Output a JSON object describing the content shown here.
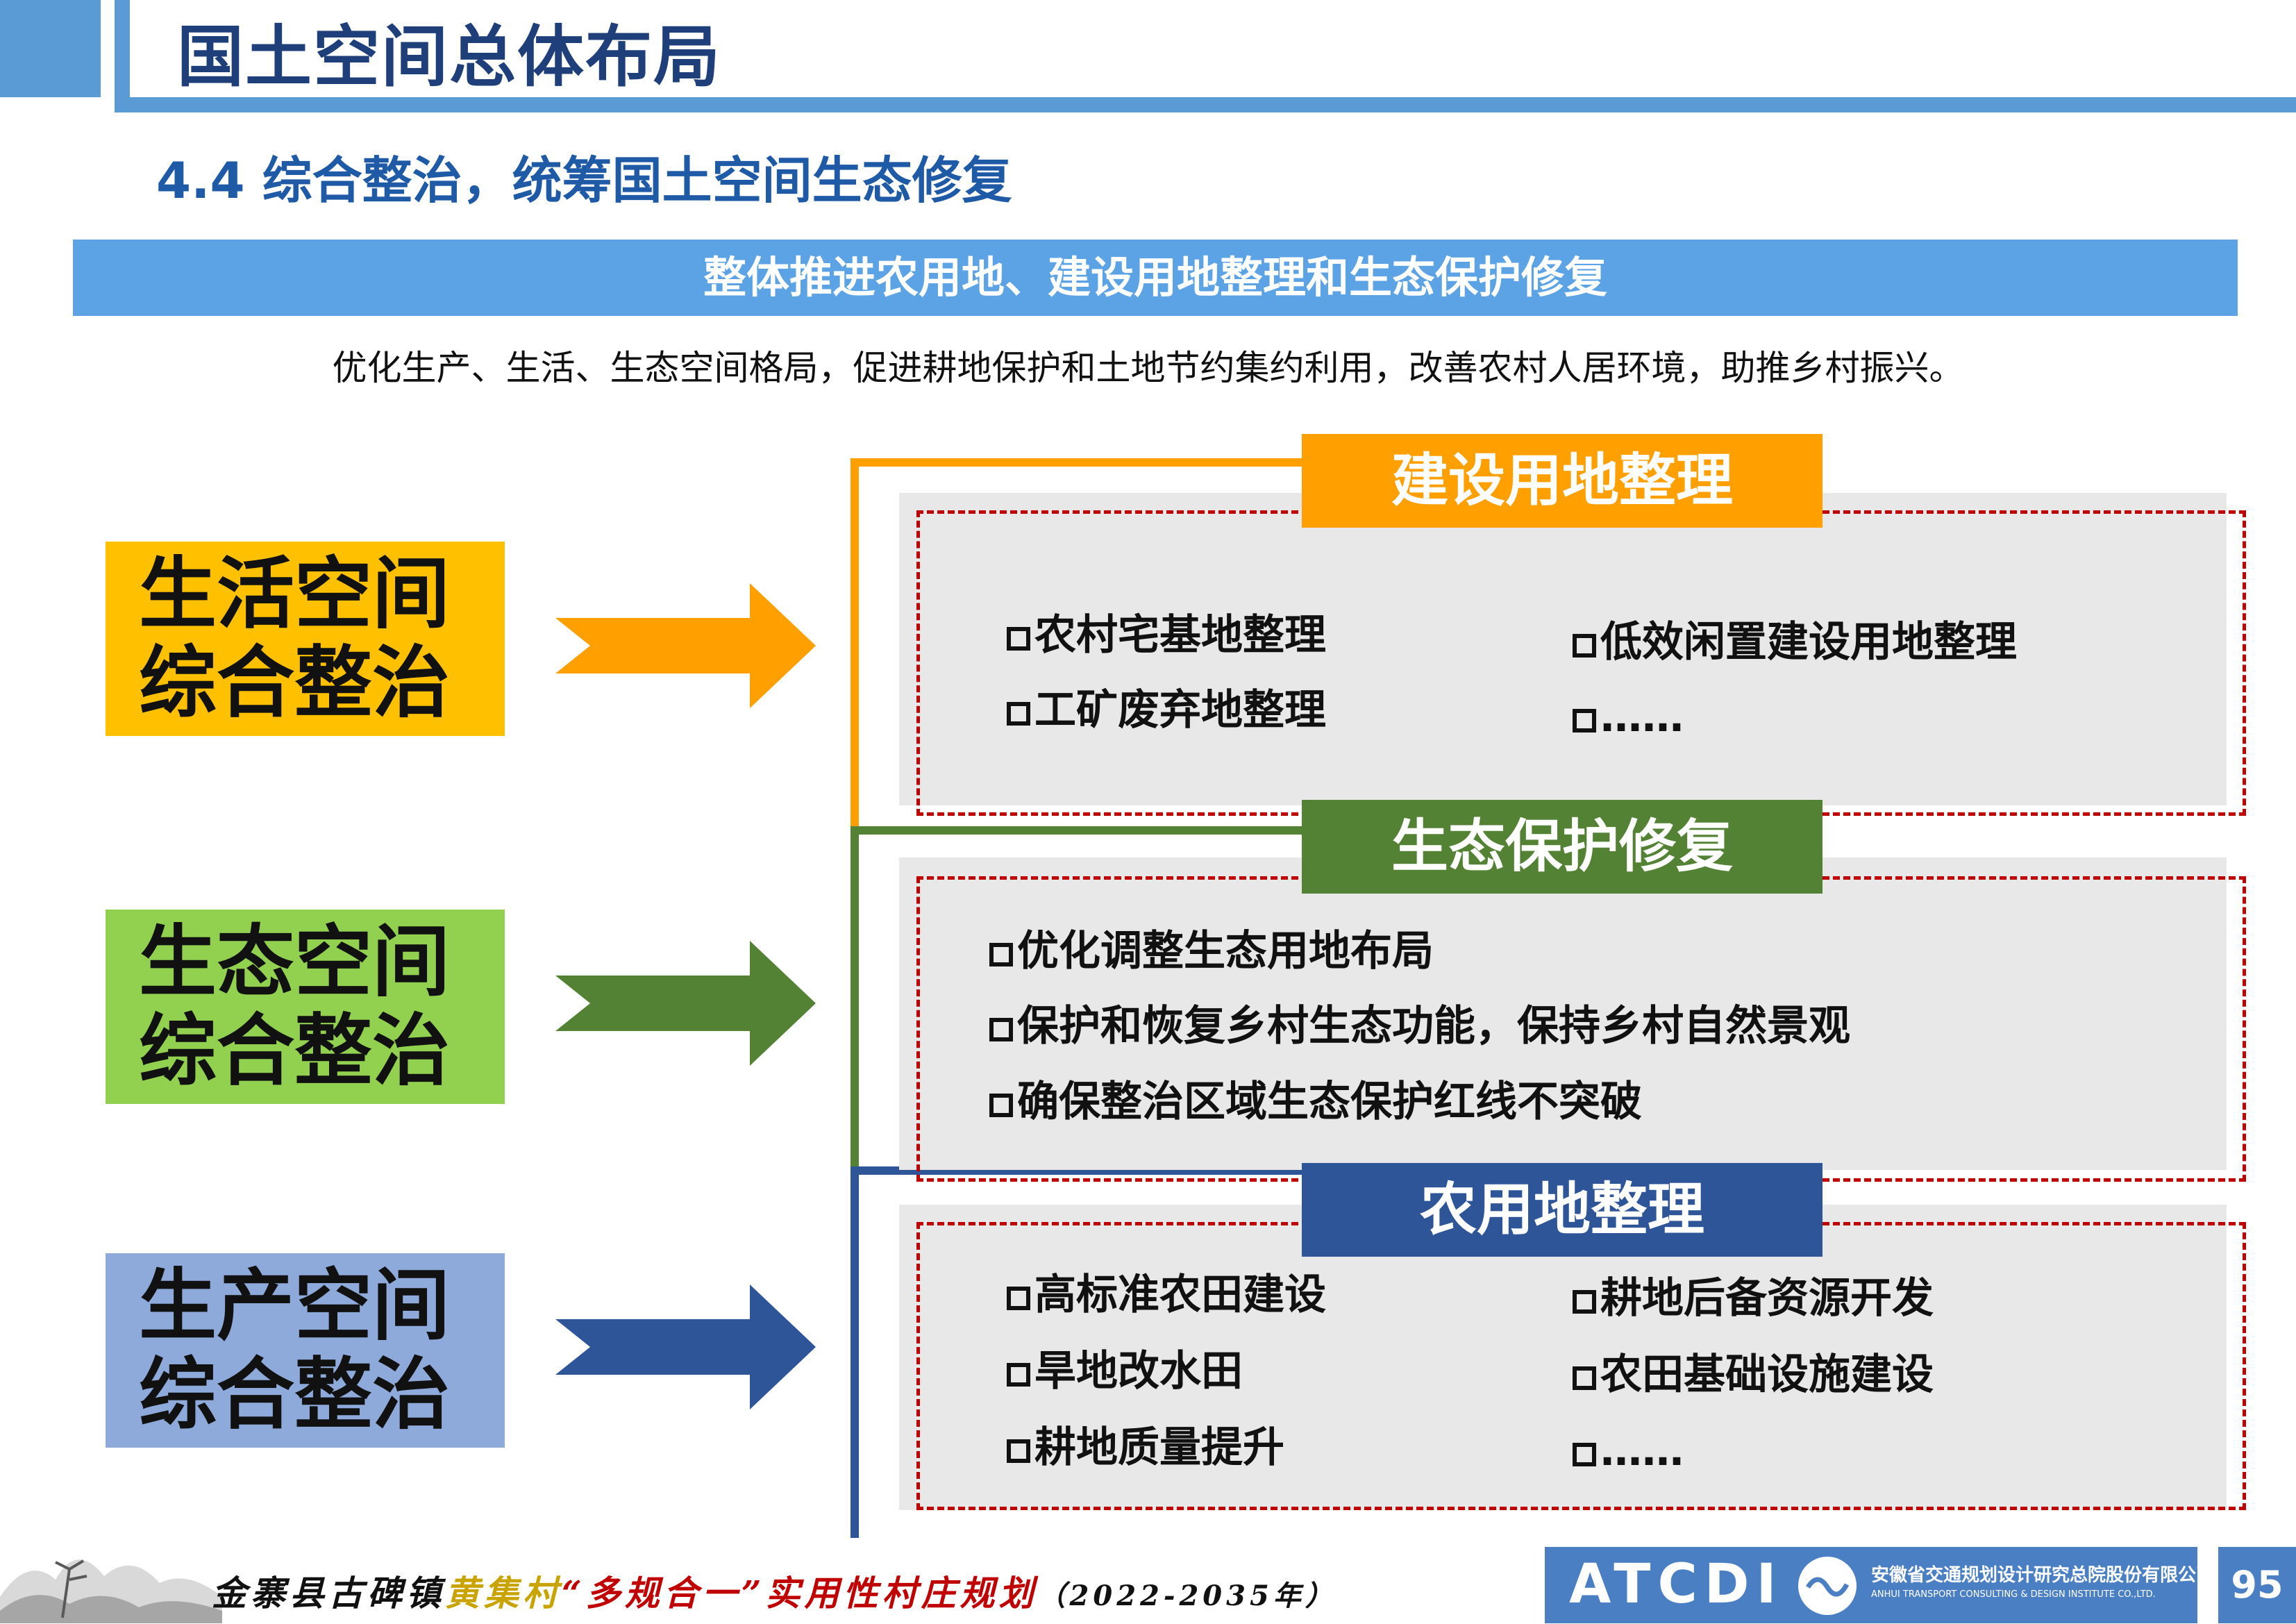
{
  "header": {
    "title": "国土空间总体布局",
    "section": "4.4 综合整治，统筹国土空间生态修复"
  },
  "banner": {
    "text": "整体推进农用地、建设用地整理和生态保护修复"
  },
  "intro": "优化生产、生活、生态空间格局，促进耕地保护和土地节约集约利用，改善农村人居环境，助推乡村振兴。",
  "left_boxes": [
    {
      "line1": "生活空间",
      "line2": "综合整治"
    },
    {
      "line1": "生态空间",
      "line2": "综合整治"
    },
    {
      "line1": "生产空间",
      "line2": "综合整治"
    }
  ],
  "panels": [
    {
      "title": "建设用地整理",
      "items": [
        "农村宅基地整理",
        "低效闲置建设用地整理",
        "工矿废弃地整理",
        "……"
      ]
    },
    {
      "title": "生态保护修复",
      "items": [
        "优化调整生态用地布局",
        "保护和恢复乡村生态功能，保持乡村自然景观",
        "确保整治区域生态保护红线不突破"
      ]
    },
    {
      "title": "农用地整理",
      "items": [
        "高标准农田建设",
        "耕地后备资源开发",
        "旱地改水田",
        "农田基础设施建设",
        "耕地质量提升",
        "……"
      ]
    }
  ],
  "colors": {
    "orange": "#ff9f00",
    "green": "#548235",
    "navy": "#2e5597",
    "accent_blue": "#5b9bd5",
    "living_box": "#ffc000",
    "ecology_box": "#92d050",
    "production_box": "#8eaadb",
    "dashed_border": "#c00000"
  },
  "footer": {
    "text_part1": "金寨县古碑镇",
    "text_part2": "黄集村",
    "text_part3": "“多规合一”实用性村庄规划",
    "text_part4": "（2022-2035年）",
    "logo_text": "ATCDI",
    "company_cn": "安徽省交通规划设计研究总院股份有限公司",
    "company_en": "ANHUI TRANSPORT CONSULTING & DESIGN INSTITUTE CO.,LTD.",
    "page_number": "95"
  }
}
